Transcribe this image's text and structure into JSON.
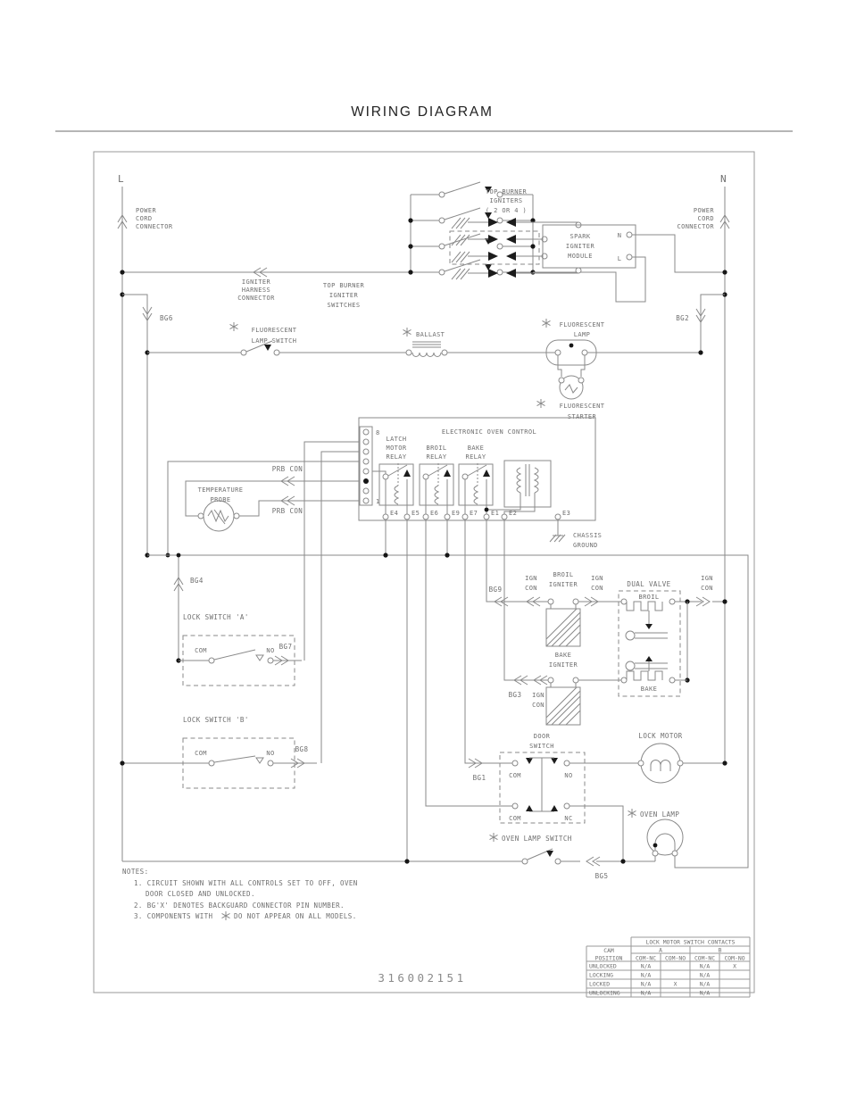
{
  "title": "WIRING DIAGRAM",
  "part_number": "316002151",
  "colors": {
    "line": "#8a8a8a",
    "text": "#6e6e6e",
    "title_text": "#222222",
    "junction": "#161616"
  },
  "power": {
    "left_terminal": "L",
    "right_terminal": "N",
    "left_connector": [
      "POWER",
      "CORD",
      "CONNECTOR"
    ],
    "right_connector": [
      "POWER",
      "CORD",
      "CONNECTOR"
    ]
  },
  "backguard": {
    "bg1": "BG1",
    "bg2": "BG2",
    "bg3": "BG3",
    "bg4": "BG4",
    "bg5": "BG5",
    "bg6": "BG6",
    "bg7": "BG7",
    "bg8": "BG8",
    "bg9": "BG9"
  },
  "top": {
    "igniter_harness": [
      "IGNITER",
      "HARNESS",
      "CONNECTOR"
    ],
    "switches": [
      "TOP BURNER",
      "IGNITER",
      "SWITCHES"
    ],
    "igniters": [
      "TOP BURNER",
      "IGNITERS",
      "( 2 OR 4 )"
    ],
    "spark_module": [
      "SPARK",
      "IGNITER",
      "MODULE"
    ],
    "module_n": "N",
    "module_l": "L"
  },
  "lighting": {
    "lamp_switch": [
      "FLUORESCENT",
      "LAMP SWITCH"
    ],
    "ballast": "BALLAST",
    "lamp": [
      "FLUORESCENT",
      "LAMP"
    ],
    "starter": [
      "FLUORESCENT",
      "STARTER"
    ],
    "oven_lamp": "OVEN LAMP",
    "oven_lamp_switch": "OVEN LAMP SWITCH"
  },
  "eoc": {
    "title": "ELECTRONIC OVEN CONTROL",
    "latch": [
      "LATCH",
      "MOTOR",
      "RELAY"
    ],
    "broil": [
      "BROIL",
      "RELAY"
    ],
    "bake": [
      "BAKE",
      "RELAY"
    ],
    "pin_top": "8",
    "pin_bottom": "1",
    "e4": "E4",
    "e5": "E5",
    "e6": "E6",
    "e9": "E9",
    "e7": "E7",
    "e1": "E1",
    "e2": "E2",
    "e3": "E3",
    "chassis": [
      "CHASSIS",
      "GROUND"
    ],
    "prb_con": "PRB CON"
  },
  "probe": [
    "TEMPERATURE",
    "PROBE"
  ],
  "locks": {
    "a": "LOCK SWITCH 'A'",
    "b": "LOCK SWITCH 'B'",
    "com": "COM",
    "no": "NO",
    "motor": "LOCK MOTOR"
  },
  "burners": {
    "ign_con": [
      "IGN",
      "CON"
    ],
    "broil_igniter": [
      "BROIL",
      "IGNITER"
    ],
    "bake_igniter": [
      "BAKE",
      "IGNITER"
    ],
    "dual_valve": "DUAL VALVE",
    "broil": "BROIL",
    "bake": "BAKE"
  },
  "door": {
    "label": [
      "DOOR",
      "SWITCH"
    ],
    "com": "COM",
    "no": "NO",
    "nc": "NC"
  },
  "notes": {
    "heading": "NOTES:",
    "n1a": "1. CIRCUIT SHOWN WITH ALL CONTROLS SET TO OFF, OVEN",
    "n1b": "DOOR CLOSED AND UNLOCKED.",
    "n2": "2. BG'X' DENOTES BACKGUARD CONNECTOR PIN NUMBER.",
    "n3a": "3. COMPONENTS WITH",
    "n3b": "DO NOT APPEAR ON ALL MODELS."
  },
  "table": {
    "title": "LOCK MOTOR SWITCH CONTACTS",
    "cam": [
      "CAM",
      "POSITION"
    ],
    "a": "A",
    "b": "B",
    "sub": [
      "COM-NC",
      "COM-NO",
      "COM-NC",
      "COM-NO"
    ],
    "rows": [
      {
        "label": "UNLOCKED",
        "v": [
          "N/A",
          "",
          "N/A",
          "X"
        ]
      },
      {
        "label": "LOCKING",
        "v": [
          "N/A",
          "",
          "N/A",
          ""
        ]
      },
      {
        "label": "LOCKED",
        "v": [
          "N/A",
          "X",
          "N/A",
          ""
        ]
      },
      {
        "label": "UNLOCKING",
        "v": [
          "N/A",
          "",
          "N/A",
          ""
        ]
      }
    ]
  }
}
